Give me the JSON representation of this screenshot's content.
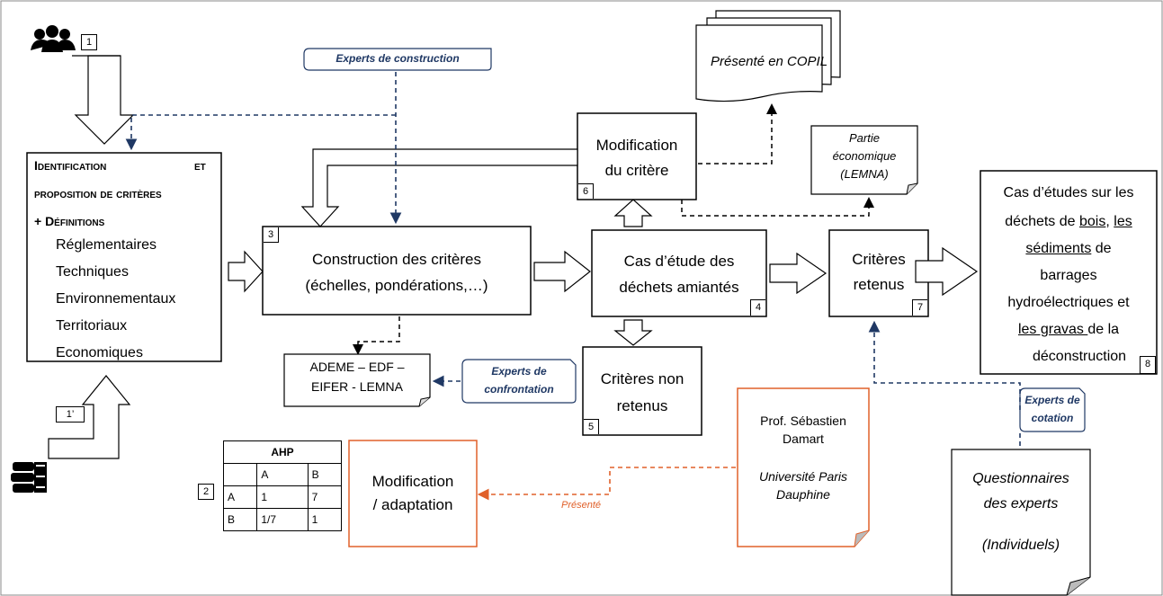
{
  "badges": {
    "b1": "1",
    "b1p": "1’",
    "b2": "2",
    "b3": "3",
    "b4": "4",
    "b5": "5",
    "b6": "6",
    "b7": "7",
    "b8": "8"
  },
  "identification": {
    "title_line1_a": "Identification",
    "title_line1_b": "et",
    "title_line2": "proposition de critères",
    "title_line3": "+ Définitions",
    "items": [
      "Réglementaires",
      "Techniques",
      "Environnementaux",
      "Territoriaux",
      "Economiques"
    ]
  },
  "construction": {
    "line1": "Construction des critères",
    "line2": "(échelles, pondérations,…)"
  },
  "cas_amiante": {
    "line1": "Cas d’étude des",
    "line2": "déchets amiantés"
  },
  "modification_critere": {
    "line1": "Modification",
    "line2": "du critère"
  },
  "criteres_retenus": {
    "line1": "Critères",
    "line2": "retenus"
  },
  "criteres_non_retenus": {
    "line1": "Critères non",
    "line2": "retenus"
  },
  "cas_etudes": {
    "line1": "Cas d’études sur les",
    "line2_a": "déchets de ",
    "line2_b": "bois",
    ",": ",",
    "line2_c": "les",
    "line3_a": "sédiments",
    "line3_b": " de",
    "line4": "barrages",
    "line5": "hydroélectriques et",
    "line6_a": "les gravas ",
    "line6_b": "de la",
    "line7": "déconstruction"
  },
  "presente_copil": "Présenté en COPIL",
  "partie_eco": {
    "line1": "Partie",
    "line2": "économique",
    "line3": "(LEMNA)"
  },
  "ademe": {
    "line1": "ADEME – EDF –",
    "line2": "EIFER - LEMNA"
  },
  "experts_construction": "Experts de construction",
  "experts_confrontation": {
    "line1": "Experts de",
    "line2": "confrontation"
  },
  "experts_cotation": {
    "line1": "Experts de",
    "line2": "cotation"
  },
  "questionnaires": {
    "line1": "Questionnaires",
    "line2": "des experts",
    "line3": "(Individuels)"
  },
  "damart": {
    "line1": "Prof. Sébastien",
    "line2": "Damart",
    "line3": "Université Paris",
    "line4": "Dauphine"
  },
  "modification_adaptation": {
    "line1": "Modification",
    "line2": "/ adaptation"
  },
  "presente": "Présenté",
  "ahp": {
    "title": "AHP",
    "rows": [
      [
        "",
        "A",
        "B"
      ],
      [
        "A",
        "1",
        "7"
      ],
      [
        "B",
        "1/7",
        "1"
      ]
    ]
  },
  "colors": {
    "navy": "#1f3864",
    "orange": "#e0602a",
    "black": "#000000"
  }
}
